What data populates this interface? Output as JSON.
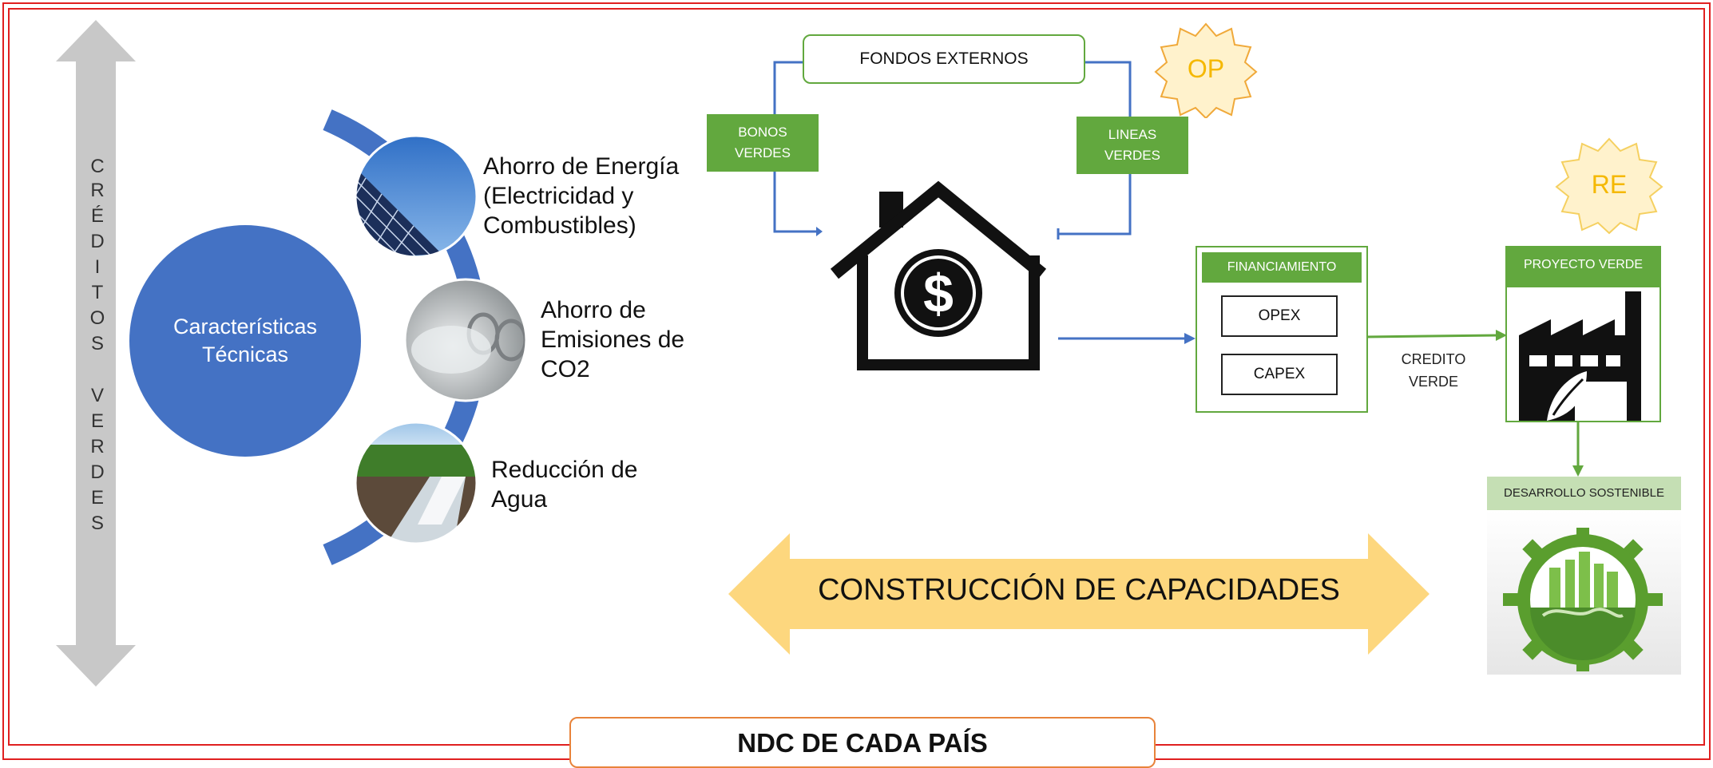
{
  "left_arrow": {
    "letters": [
      "C",
      "R",
      "É",
      "D",
      "I",
      "T",
      "O",
      "S",
      "",
      "V",
      "E",
      "R",
      "D",
      "E",
      "S"
    ]
  },
  "center_circle": {
    "line1": "Características",
    "line2": "Técnicas"
  },
  "bullets": [
    {
      "lines": [
        "Ahorro de Energía",
        "(Electricidad y",
        "Combustibles)"
      ]
    },
    {
      "lines": [
        "Ahorro de",
        "Emisiones de",
        "CO2"
      ]
    },
    {
      "lines": [
        "Reducción de",
        "Agua"
      ]
    }
  ],
  "funding": {
    "fondos_externos": "FONDOS EXTERNOS",
    "bonos_verdes": [
      "BONOS",
      "VERDES"
    ],
    "lineas_verdes": [
      "LINEAS",
      "VERDES"
    ]
  },
  "seals": {
    "op": "OP",
    "re": "RE"
  },
  "financiamiento": {
    "title": "FINANCIAMIENTO",
    "opex": "OPEX",
    "capex": "CAPEX"
  },
  "credito_verde": [
    "CREDITO",
    "VERDE"
  ],
  "proyecto_verde": "PROYECTO VERDE",
  "desarrollo_sostenible": "DESARROLLO SOSTENIBLE",
  "capacidades": "CONSTRUCCIÓN DE CAPACIDADES",
  "ndc": "NDC DE CADA PAÍS",
  "colors": {
    "frame_red": "#e02020",
    "accent_blue": "#4472c4",
    "green": "#62a83e",
    "arrow_yellow": "#fdd77e",
    "seal_yellow": "#fff2cc",
    "seal_text": "#f5b800",
    "arrow_grey": "#c8c8c8"
  }
}
